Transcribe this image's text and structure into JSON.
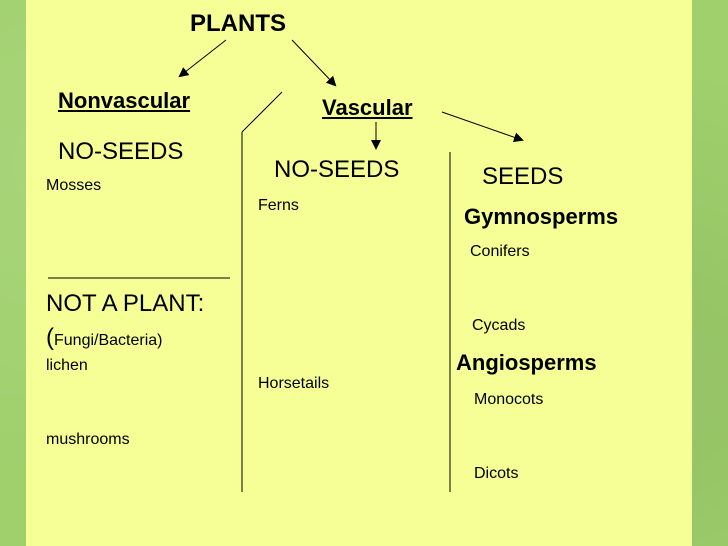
{
  "title": "PLANTS",
  "nonvascular": {
    "heading": "Nonvascular",
    "subheading": "NO-SEEDS",
    "item": "Mosses"
  },
  "not_a_plant": {
    "heading": "NOT A PLANT:",
    "paren_open": "(",
    "note": "Fungi/Bacteria)",
    "items": [
      "lichen",
      "mushrooms"
    ]
  },
  "vascular": {
    "heading": "Vascular",
    "no_seeds": {
      "heading": "NO-SEEDS",
      "items": [
        "Ferns",
        "Horsetails"
      ]
    },
    "seeds": {
      "heading": "SEEDS",
      "gymnosperms": {
        "heading": "Gymnosperms",
        "items": [
          "Conifers",
          "Cycads"
        ]
      },
      "angiosperms": {
        "heading": "Angiosperms",
        "items": [
          "Monocots",
          "Dicots"
        ]
      }
    }
  },
  "colors": {
    "panel": "#f5ff96",
    "background": "#9fd06c",
    "text": "#000000"
  }
}
